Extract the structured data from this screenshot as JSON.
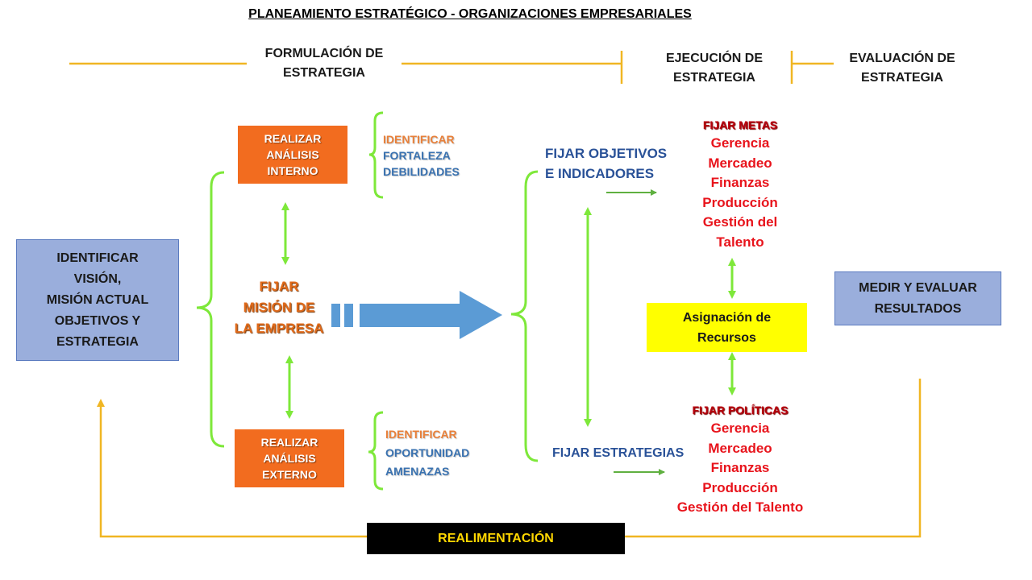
{
  "title": "PLANEAMIENTO ESTRATÉGICO -  ORGANIZACIONES EMPRESARIALES",
  "phases": {
    "formulacion": [
      "FORMULACIÓN DE",
      "ESTRATEGIA"
    ],
    "ejecucion": [
      "EJECUCIÓN DE",
      "ESTRATEGIA"
    ],
    "evaluacion": [
      "EVALUACIÓN  DE",
      "ESTRATEGIA"
    ]
  },
  "identificar_box": [
    "IDENTIFICAR",
    "VISIÓN,",
    "MISIÓN ACTUAL",
    "OBJETIVOS Y",
    "ESTRATEGIA"
  ],
  "analisis_interno": [
    "REALIZAR",
    "ANÁLISIS",
    "INTERNO"
  ],
  "analisis_externo": [
    "REALIZAR",
    "ANÁLISIS",
    "EXTERNO"
  ],
  "interno_labels": {
    "identificar": "IDENTIFICAR",
    "items": [
      "FORTALEZA",
      "DEBILIDADES"
    ]
  },
  "externo_labels": {
    "identificar": "IDENTIFICAR",
    "items": [
      "OPORTUNIDAD",
      "AMENAZAS"
    ]
  },
  "mision": [
    "FIJAR",
    "MISIÓN DE",
    "LA EMPRESA"
  ],
  "fijar_objetivos": [
    "FIJAR OBJETIVOS",
    "E INDICADORES"
  ],
  "fijar_estrategias": "FIJAR ESTRATEGIAS",
  "fijar_metas": {
    "heading": "FIJAR METAS",
    "items": [
      "Gerencia",
      "Mercadeo",
      "Finanzas",
      "Producción",
      "Gestión del",
      "Talento"
    ]
  },
  "fijar_politicas": {
    "heading": "FIJAR POLÍTICAS",
    "items": [
      "Gerencia",
      "Mercadeo",
      "Finanzas",
      "Producción",
      "Gestión del Talento"
    ]
  },
  "asignacion": [
    "Asignación de",
    "Recursos"
  ],
  "medir": [
    "MEDIR Y EVALUAR",
    "RESULTADOS"
  ],
  "realimentacion": "REALIMENTACIÓN",
  "colors": {
    "orange": "#f26c1f",
    "blue_box": "#9aaedc",
    "green_line": "#7ee83a",
    "gold_line": "#f0b623",
    "yellow": "#ffff00",
    "red_text": "#e8141c",
    "arrow_blue": "#5b9bd5"
  }
}
